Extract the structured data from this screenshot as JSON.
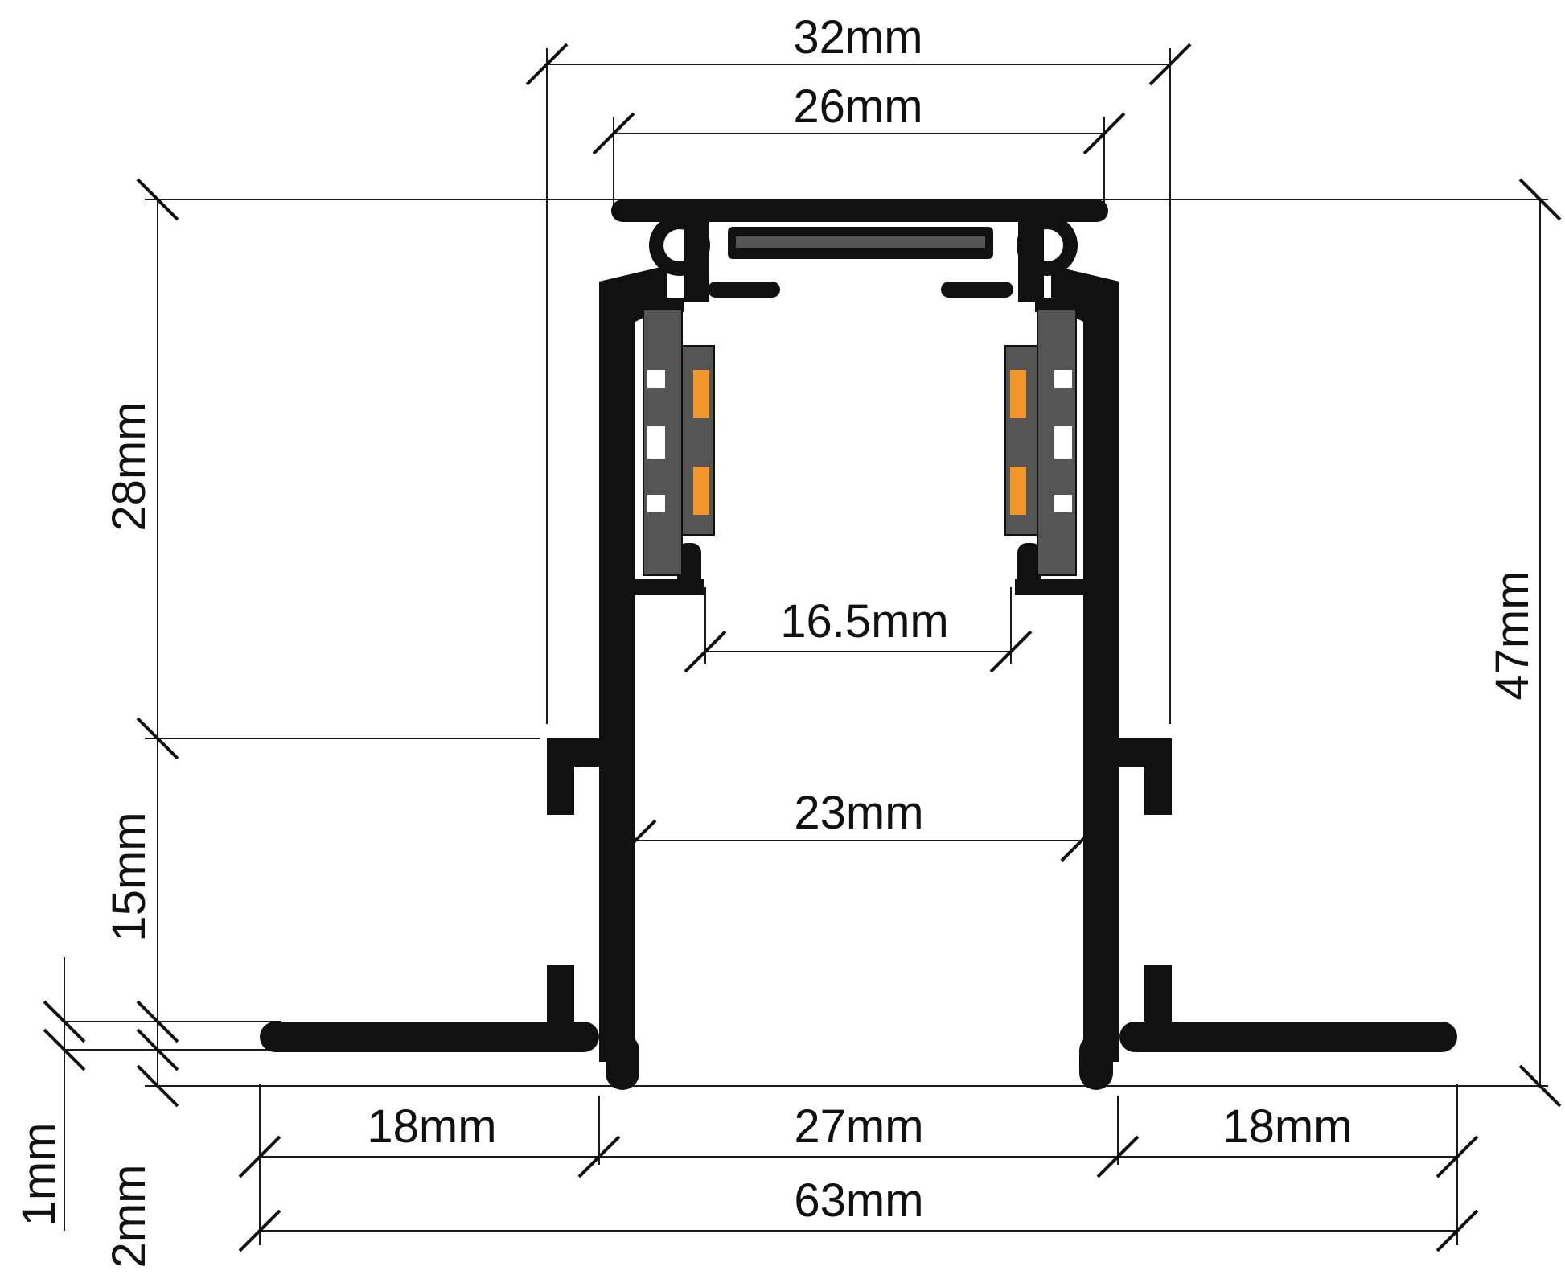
{
  "colors": {
    "profile": "#111111",
    "insert": "#555555",
    "contact": "#f0962a",
    "background": "#ffffff"
  },
  "dimensions": {
    "top_outer_width": "32mm",
    "top_inner_width": "26mm",
    "channel_inner_width": "16.5mm",
    "body_inner_width": "23mm",
    "upper_height": "28mm",
    "lower_height": "15mm",
    "total_height": "47mm",
    "flange_thickness": "1mm",
    "lip_height": "2mm",
    "left_flange_width": "18mm",
    "body_outer_width": "27mm",
    "right_flange_width": "18mm",
    "total_width": "63mm"
  }
}
